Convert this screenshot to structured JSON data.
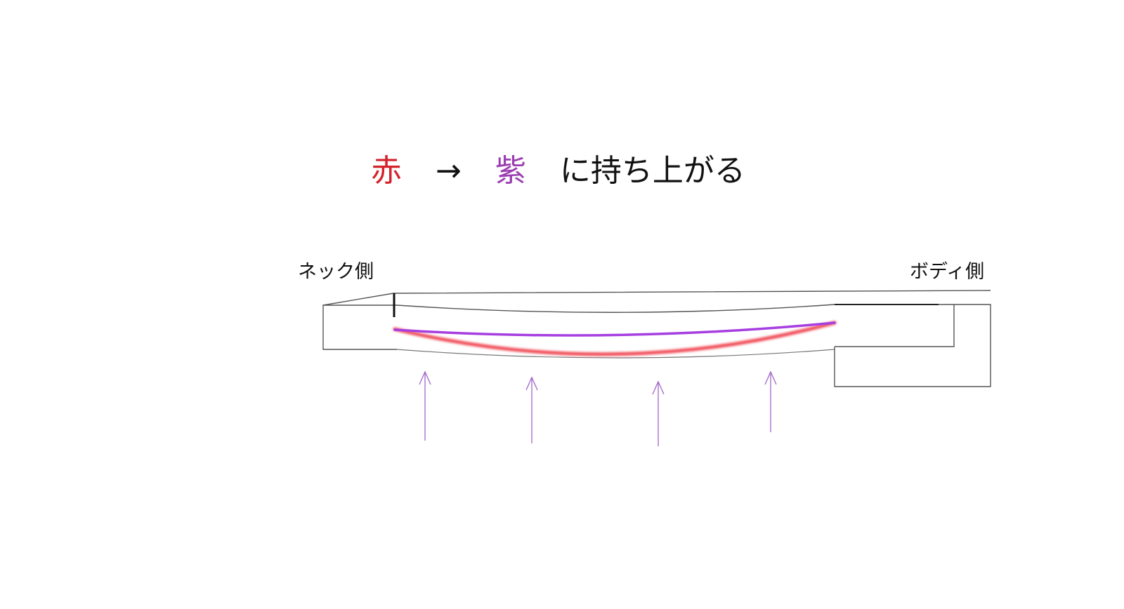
{
  "title": {
    "red_word": "赤",
    "arrow": "→",
    "purple_word": "紫",
    "rest": "に持ち上がる"
  },
  "labels": {
    "neck_side": "ネック側",
    "body_side": "ボディ側"
  },
  "colors": {
    "red": "#d4232b",
    "purple": "#9b3fb0",
    "red_curve": "#f04a55",
    "purple_curve": "#a63ee0",
    "arrow": "#a066c8",
    "outline": "#555555"
  }
}
